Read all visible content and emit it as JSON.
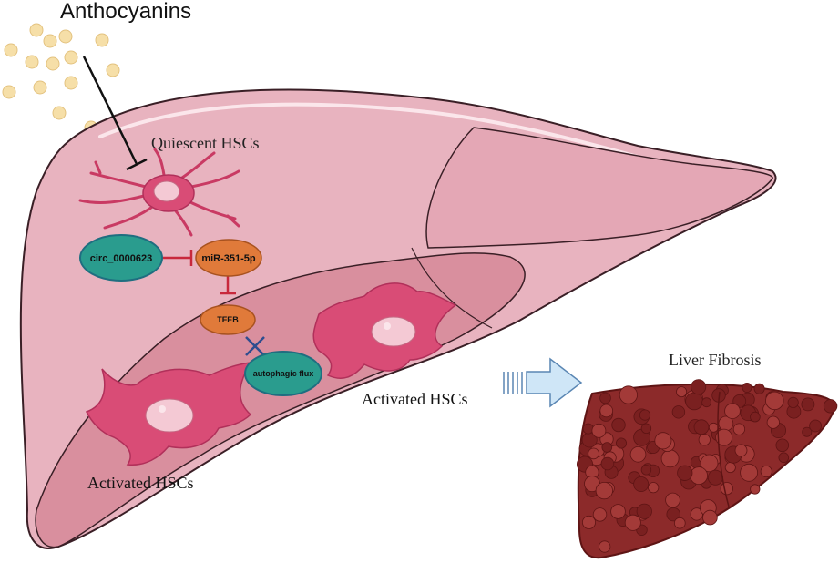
{
  "title": "Anthocyanins",
  "labels": {
    "quiescent": "Quiescent HSCs",
    "activated_left": "Activated HSCs",
    "activated_right": "Activated HSCs",
    "fibrosis": "Liver Fibrosis"
  },
  "nodes": {
    "circ": "circ_0000623",
    "mir": "miR-351-5p",
    "tfeb": "TFEB",
    "autophagy": "autophagic flux"
  },
  "colors": {
    "liver_fill": "#e8b3bf",
    "liver_inner": "#d98f9e",
    "liver_stroke": "#3a1f26",
    "cell_fill": "#d94c76",
    "cell_nucleus": "#f4c9d4",
    "inhibit_red": "#c8283c",
    "node_teal": "#2a9c8e",
    "node_orange": "#e07a3a",
    "arrow_fill": "#cfe6f7",
    "arrow_stroke": "#5a86b3",
    "fibrotic_liver": "#8c2a2a",
    "granule": "#f6dfa8",
    "x_mark": "#2f4d8f"
  }
}
